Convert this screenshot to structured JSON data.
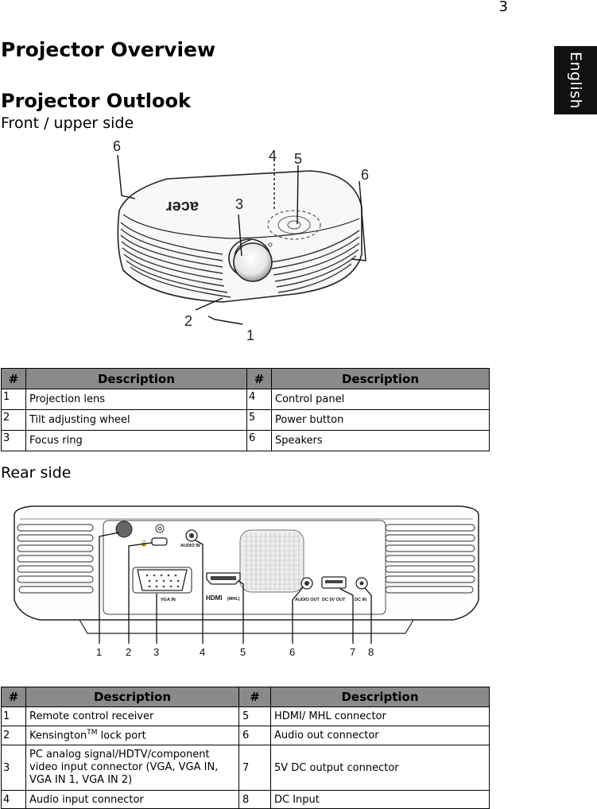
{
  "page_number": "3",
  "language_tab": "English",
  "title": "Projector Overview",
  "section": "Projector Outlook",
  "front_heading": "Front / upper side",
  "front_figure": {
    "brand_logo": "acer",
    "callouts": [
      "6",
      "4",
      "5",
      "6",
      "3",
      "2",
      "1"
    ]
  },
  "table_front": {
    "headers": [
      "#",
      "Description",
      "#",
      "Description"
    ],
    "rows": [
      [
        "1",
        "Projection lens",
        "4",
        "Control panel"
      ],
      [
        "2",
        "Tilt adjusting wheel",
        "5",
        "Power button"
      ],
      [
        "3",
        "Focus ring",
        "6",
        "Speakers"
      ]
    ]
  },
  "rear_heading": "Rear side",
  "rear_figure": {
    "port_labels": {
      "audio_in": "AUDIO IN",
      "vga_in": "VGA IN",
      "hdmi": "HDMI",
      "mhl": "(MHL)",
      "audio_out": "AUDIO OUT",
      "dc_5v_out": "DC 5V OUT",
      "dc_in": "DC IN"
    },
    "callouts": [
      "1",
      "2",
      "3",
      "4",
      "5",
      "6",
      "7",
      "8"
    ]
  },
  "table_rear": {
    "headers": [
      "#",
      "Description",
      "#",
      "Description"
    ],
    "rows": [
      {
        "n1": "1",
        "d1": "Remote control receiver",
        "n2": "5",
        "d2": "HDMI/ MHL connector"
      },
      {
        "n1": "2",
        "d1": "Kensington",
        "d1_sup": "TM",
        "d1_suffix": " lock port",
        "n2": "6",
        "d2": "Audio out connector"
      },
      {
        "n1": "3",
        "d1": "PC analog signal/HDTV/component video input connector (VGA, VGA IN, VGA IN 1, VGA IN 2)",
        "n2": "7",
        "d2": "5V DC output connector"
      },
      {
        "n1": "4",
        "d1": "Audio input connector",
        "n2": "8",
        "d2": "DC Input"
      }
    ]
  }
}
